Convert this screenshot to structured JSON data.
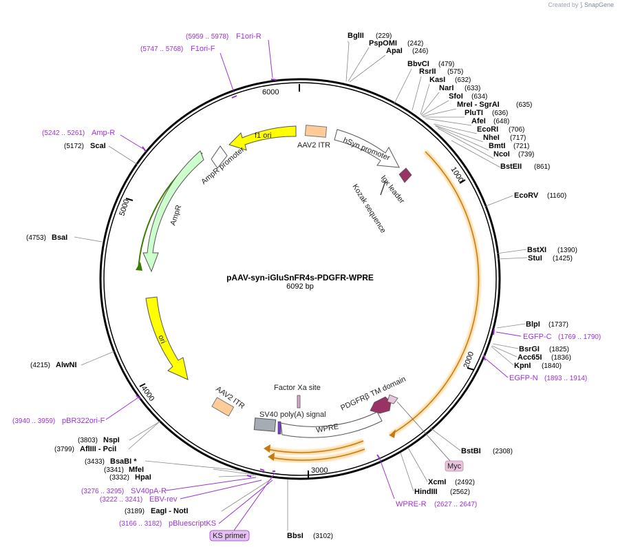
{
  "credit": {
    "prefix": "Created by",
    "brand": "SnapGene"
  },
  "plasmid": {
    "name": "pAAV-syn-iGluSnFR4s-PDGFR-WPRE",
    "length_label": "6092 bp",
    "length": 6092
  },
  "ticks": [
    "1000",
    "2000",
    "3000",
    "4000",
    "5000",
    "6000"
  ],
  "enzymes": [
    {
      "name": "BglII",
      "pos": "(229)"
    },
    {
      "name": "PspOMI",
      "pos": "(242)"
    },
    {
      "name": "ApaI",
      "pos": "(246)"
    },
    {
      "name": "BbvCI",
      "pos": "(479)"
    },
    {
      "name": "RsrII",
      "pos": "(575)"
    },
    {
      "name": "KasI",
      "pos": "(632)"
    },
    {
      "name": "NarI",
      "pos": "(633)"
    },
    {
      "name": "SfoI",
      "pos": "(634)"
    },
    {
      "name": "MreI - SgrAI",
      "pos": "(635)"
    },
    {
      "name": "PluTI",
      "pos": "(636)"
    },
    {
      "name": "AfeI",
      "pos": "(648)"
    },
    {
      "name": "EcoRI",
      "pos": "(706)"
    },
    {
      "name": "NheI",
      "pos": "(717)"
    },
    {
      "name": "BmtI",
      "pos": "(721)"
    },
    {
      "name": "NcoI",
      "pos": "(739)"
    },
    {
      "name": "BstEII",
      "pos": "(861)"
    },
    {
      "name": "EcoRV",
      "pos": "(1160)"
    },
    {
      "name": "BstXI",
      "pos": "(1390)"
    },
    {
      "name": "StuI",
      "pos": "(1425)"
    },
    {
      "name": "BlpI",
      "pos": "(1737)"
    },
    {
      "name": "BsrGI",
      "pos": "(1825)"
    },
    {
      "name": "Acc65I",
      "pos": "(1836)"
    },
    {
      "name": "KpnI",
      "pos": "(1840)"
    },
    {
      "name": "BstBI",
      "pos": "(2308)"
    },
    {
      "name": "XcmI",
      "pos": "(2492)"
    },
    {
      "name": "HindIII",
      "pos": "(2562)"
    },
    {
      "name": "BbsI",
      "pos": "(3102)"
    },
    {
      "name": "EagI - NotI",
      "pos": "(3189)"
    },
    {
      "name": "HpaI",
      "pos": "(3332)"
    },
    {
      "name": "MfeI",
      "pos": "(3341)"
    },
    {
      "name": "BsaBI *",
      "pos": "(3433)"
    },
    {
      "name": "AflIII - PciI",
      "pos": "(3799)"
    },
    {
      "name": "NspI",
      "pos": "(3803)"
    },
    {
      "name": "AlwNI",
      "pos": "(4215)"
    },
    {
      "name": "BsaI",
      "pos": "(4753)"
    },
    {
      "name": "ScaI",
      "pos": "(5172)"
    }
  ],
  "primers": [
    {
      "name": "F1ori-R",
      "pos": "(5959 .. 5978)"
    },
    {
      "name": "F1ori-F",
      "pos": "(5747 .. 5768)"
    },
    {
      "name": "Amp-R",
      "pos": "(5242 .. 5261)"
    },
    {
      "name": "EGFP-C",
      "pos": "(1769 .. 1790)"
    },
    {
      "name": "EGFP-N",
      "pos": "(1893 .. 1914)"
    },
    {
      "name": "WPRE-R",
      "pos": "(2627 .. 2647)"
    },
    {
      "name": "pBR322ori-F",
      "pos": "(3940 .. 3959)"
    },
    {
      "name": "SV40pA-R",
      "pos": "(3276 .. 3295)"
    },
    {
      "name": "EBV-rev",
      "pos": "(3222 .. 3241)"
    },
    {
      "name": "pBluescriptKS",
      "pos": "(3166 .. 3182)"
    },
    {
      "name": "KS primer",
      "pos": ""
    }
  ],
  "features": {
    "f1_ori": "f1 ori",
    "aav2_itr_top": "AAV2 ITR",
    "hsyn_promoter": "hSyn promoter",
    "igk_leader": "Igκ leader",
    "kozak": "Kozak sequence",
    "ampr_promoter": "AmpR promoter",
    "ampr": "AmpR",
    "ori": "ori",
    "aav2_itr_bottom": "AAV2 ITR",
    "factor_xa": "Factor Xa site",
    "sv40_polya": "SV40 poly(A) signal",
    "pdgfr_tm": "PDGFRβ TM domain",
    "wpre": "WPRE",
    "myc": "Myc"
  },
  "colors": {
    "origin": "#ffff00",
    "itr": "#ffcc99",
    "promoter": "#ffffff",
    "ampr": "#ccffcc",
    "leader": "#993366",
    "myc": "#e8c5dd",
    "polya": "#a6acb3",
    "primer": "#9b30d9",
    "halo": "#f6c46a"
  }
}
